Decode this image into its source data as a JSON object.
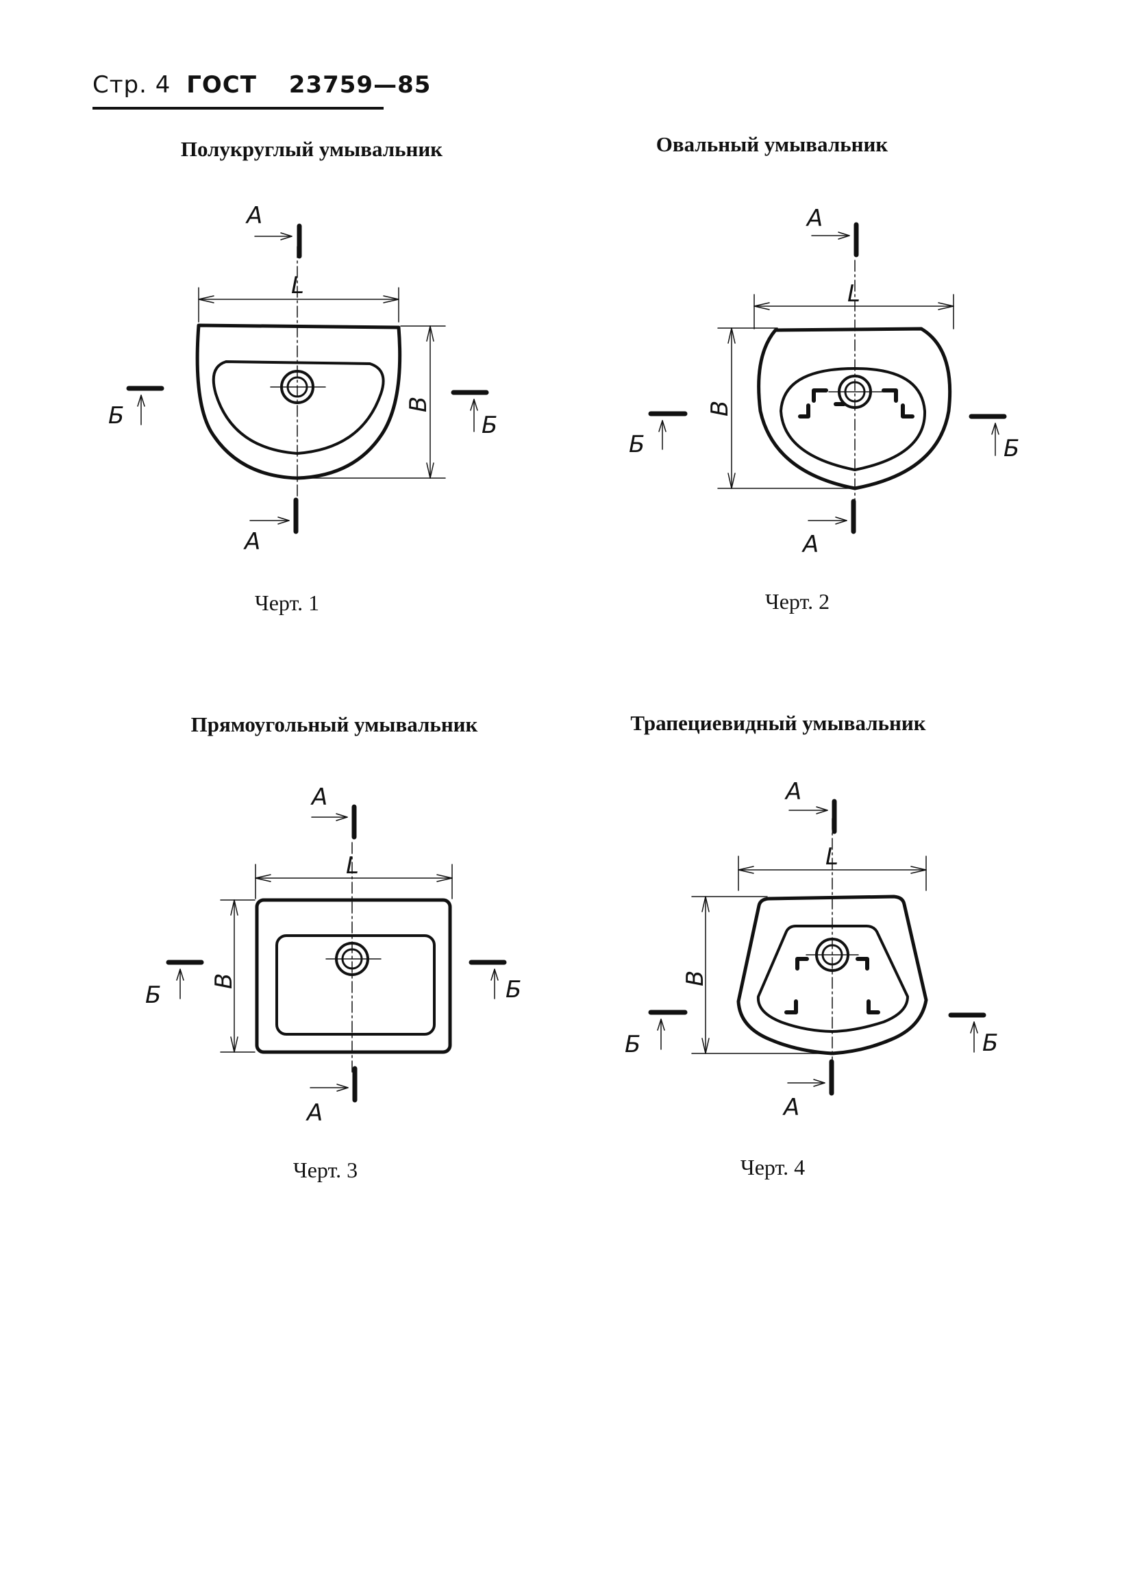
{
  "header": {
    "page_label": "Стр. 4",
    "standard": "ГОСТ",
    "number": "23759—85"
  },
  "labels": {
    "section_a": "А",
    "section_b": "Б",
    "length": "L",
    "width": "B"
  },
  "drawings": [
    {
      "title": "Полукруглый умывальник",
      "caption": "Черт. 1"
    },
    {
      "title": "Овальный умывальник",
      "caption": "Черт. 2"
    },
    {
      "title": "Прямоугольный умывальник",
      "caption": "Черт. 3"
    },
    {
      "title": "Трапециевидный умывальник",
      "caption": "Черт. 4"
    }
  ]
}
